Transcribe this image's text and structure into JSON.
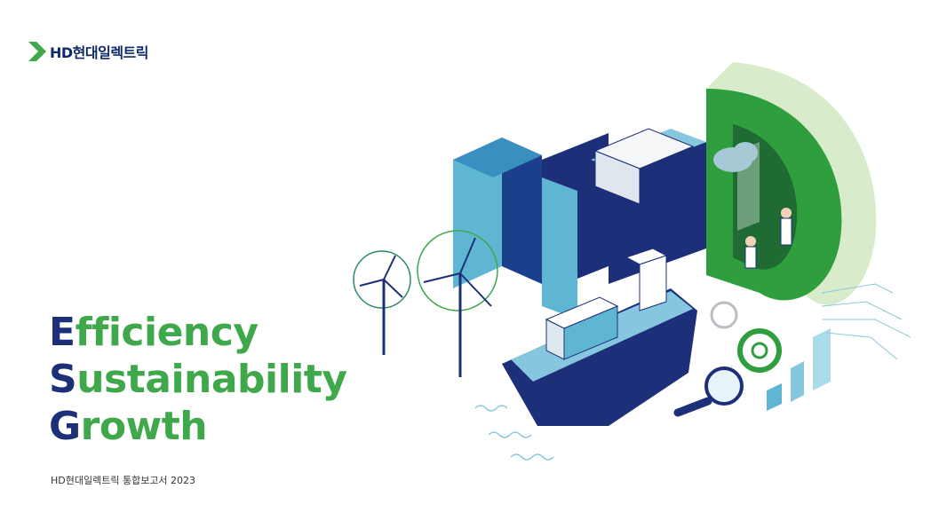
{
  "brand": {
    "logo_text": "HD현대일렉트릭"
  },
  "headline": {
    "lines": [
      {
        "initial": "E",
        "rest": "fficiency"
      },
      {
        "initial": "S",
        "rest": "ustainability"
      },
      {
        "initial": "G",
        "rest": "rowth"
      }
    ]
  },
  "subtitle": "HD현대일렉트릭 통합보고서 2023",
  "colors": {
    "navy": "#1c2f78",
    "green": "#3ea84a",
    "light_blue": "#5fb6d3",
    "light_green": "#d8eccb"
  }
}
